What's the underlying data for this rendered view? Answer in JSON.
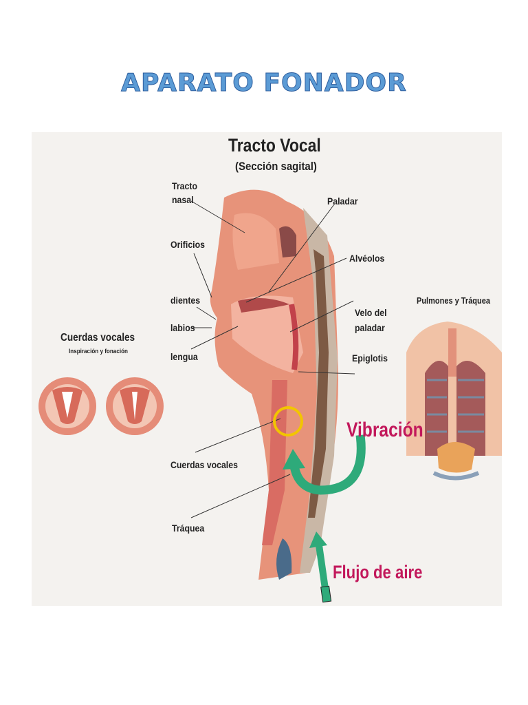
{
  "page": {
    "title": "APARATO FONADOR"
  },
  "diagram": {
    "title": "Tracto Vocal",
    "subtitle": "(Sección sagital)",
    "labels": {
      "tracto_nasal_1": "Tracto",
      "tracto_nasal_2": "nasal",
      "orificios": "Orificios",
      "dientes": "dientes",
      "labios": "labios",
      "lengua": "lengua",
      "cuerdas_vocales": "Cuerdas vocales",
      "traquea": "Tráquea",
      "paladar": "Paladar",
      "alveolos": "Alvéolos",
      "velo_1": "Velo del",
      "velo_2": "paladar",
      "epiglotis": "Epiglotis"
    },
    "annotations": {
      "vibracion": "Vibración",
      "flujo": "Flujo de aire"
    },
    "accent_color": "#c2185b",
    "arrow_color": "#2eaa7a",
    "ring_color": "#f2c500"
  },
  "vocal_cords_inset": {
    "title": "Cuerdas vocales",
    "subtitle": "Inspiración y fonación"
  },
  "lungs_inset": {
    "title": "Pulmones y Tráquea"
  }
}
